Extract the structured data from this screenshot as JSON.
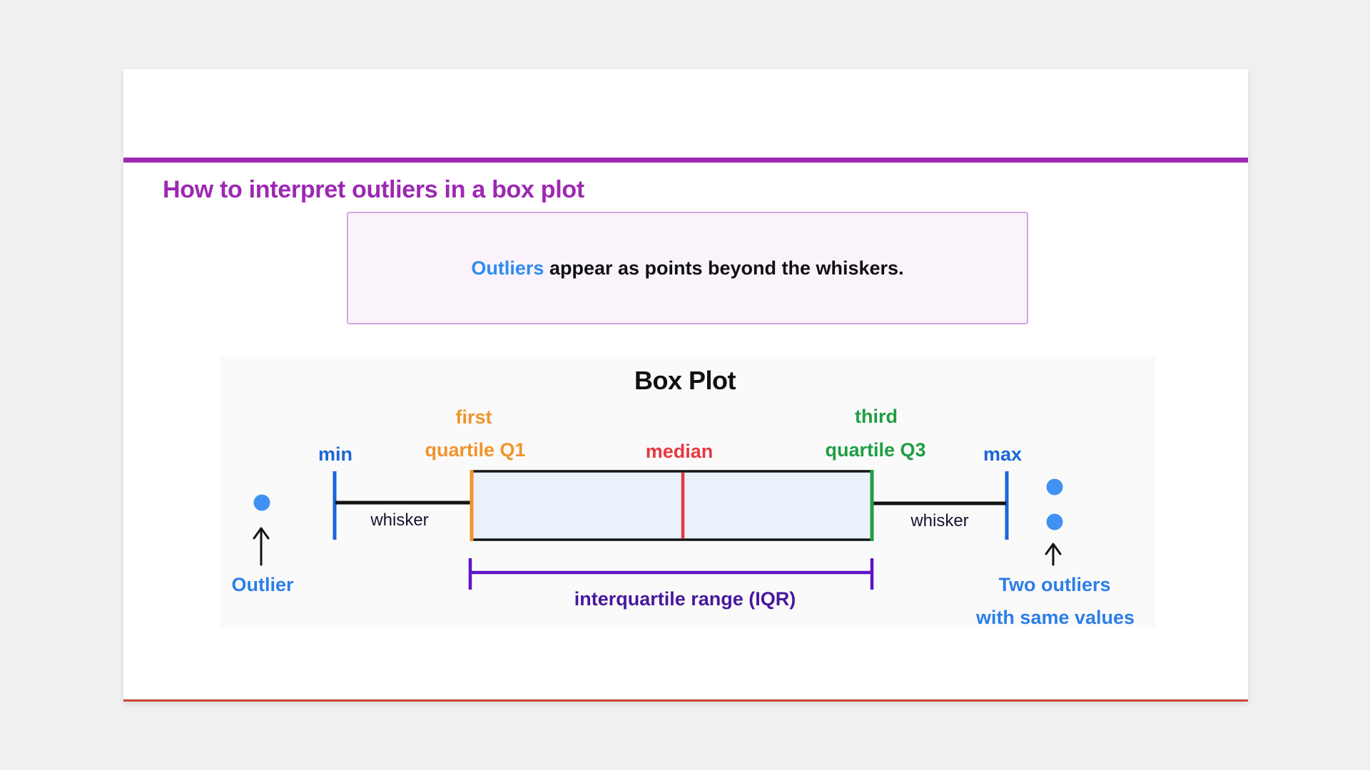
{
  "header": {
    "title": "How to interpret outliers in a box plot"
  },
  "callout": {
    "highlight": "Outliers",
    "rest": " appear as points beyond the whiskers."
  },
  "diagram": {
    "title": "Box Plot",
    "min_label": "min",
    "max_label": "max",
    "q1": [
      "first",
      "quartile Q1"
    ],
    "median_label": "median",
    "q3": [
      "third",
      "quartile Q3"
    ],
    "whisker_left": "whisker",
    "whisker_right": "whisker",
    "iqr_label": "interquartile range (IQR)",
    "outlier_label": "Outlier",
    "two_outliers": [
      "Two outliers",
      "with same values"
    ]
  },
  "colors": {
    "page_bg": "#f0f0f2",
    "card_bg": "#ffffff",
    "card_border_bottom": "#cb4335",
    "accent": "#9d28b2",
    "callout_bg": "#faf3fb",
    "callout_border": "#d5a6e4",
    "highlight_blue": "#2e8bf0",
    "ink": "#101014",
    "whisker_ink": "#15152e",
    "line_black": "#141414",
    "figure_bg": "#fbfafa",
    "box_fill": "#e9f1fb",
    "minmax_blue": "#1b66d9",
    "label_blue": "#2c7ee8",
    "dot_blue": "#4191f2",
    "orange": "#f0942a",
    "red": "#e53940",
    "green": "#1e9e43",
    "bracket_purple": "#5e14c6",
    "iqr_text_purple": "#47189e"
  }
}
